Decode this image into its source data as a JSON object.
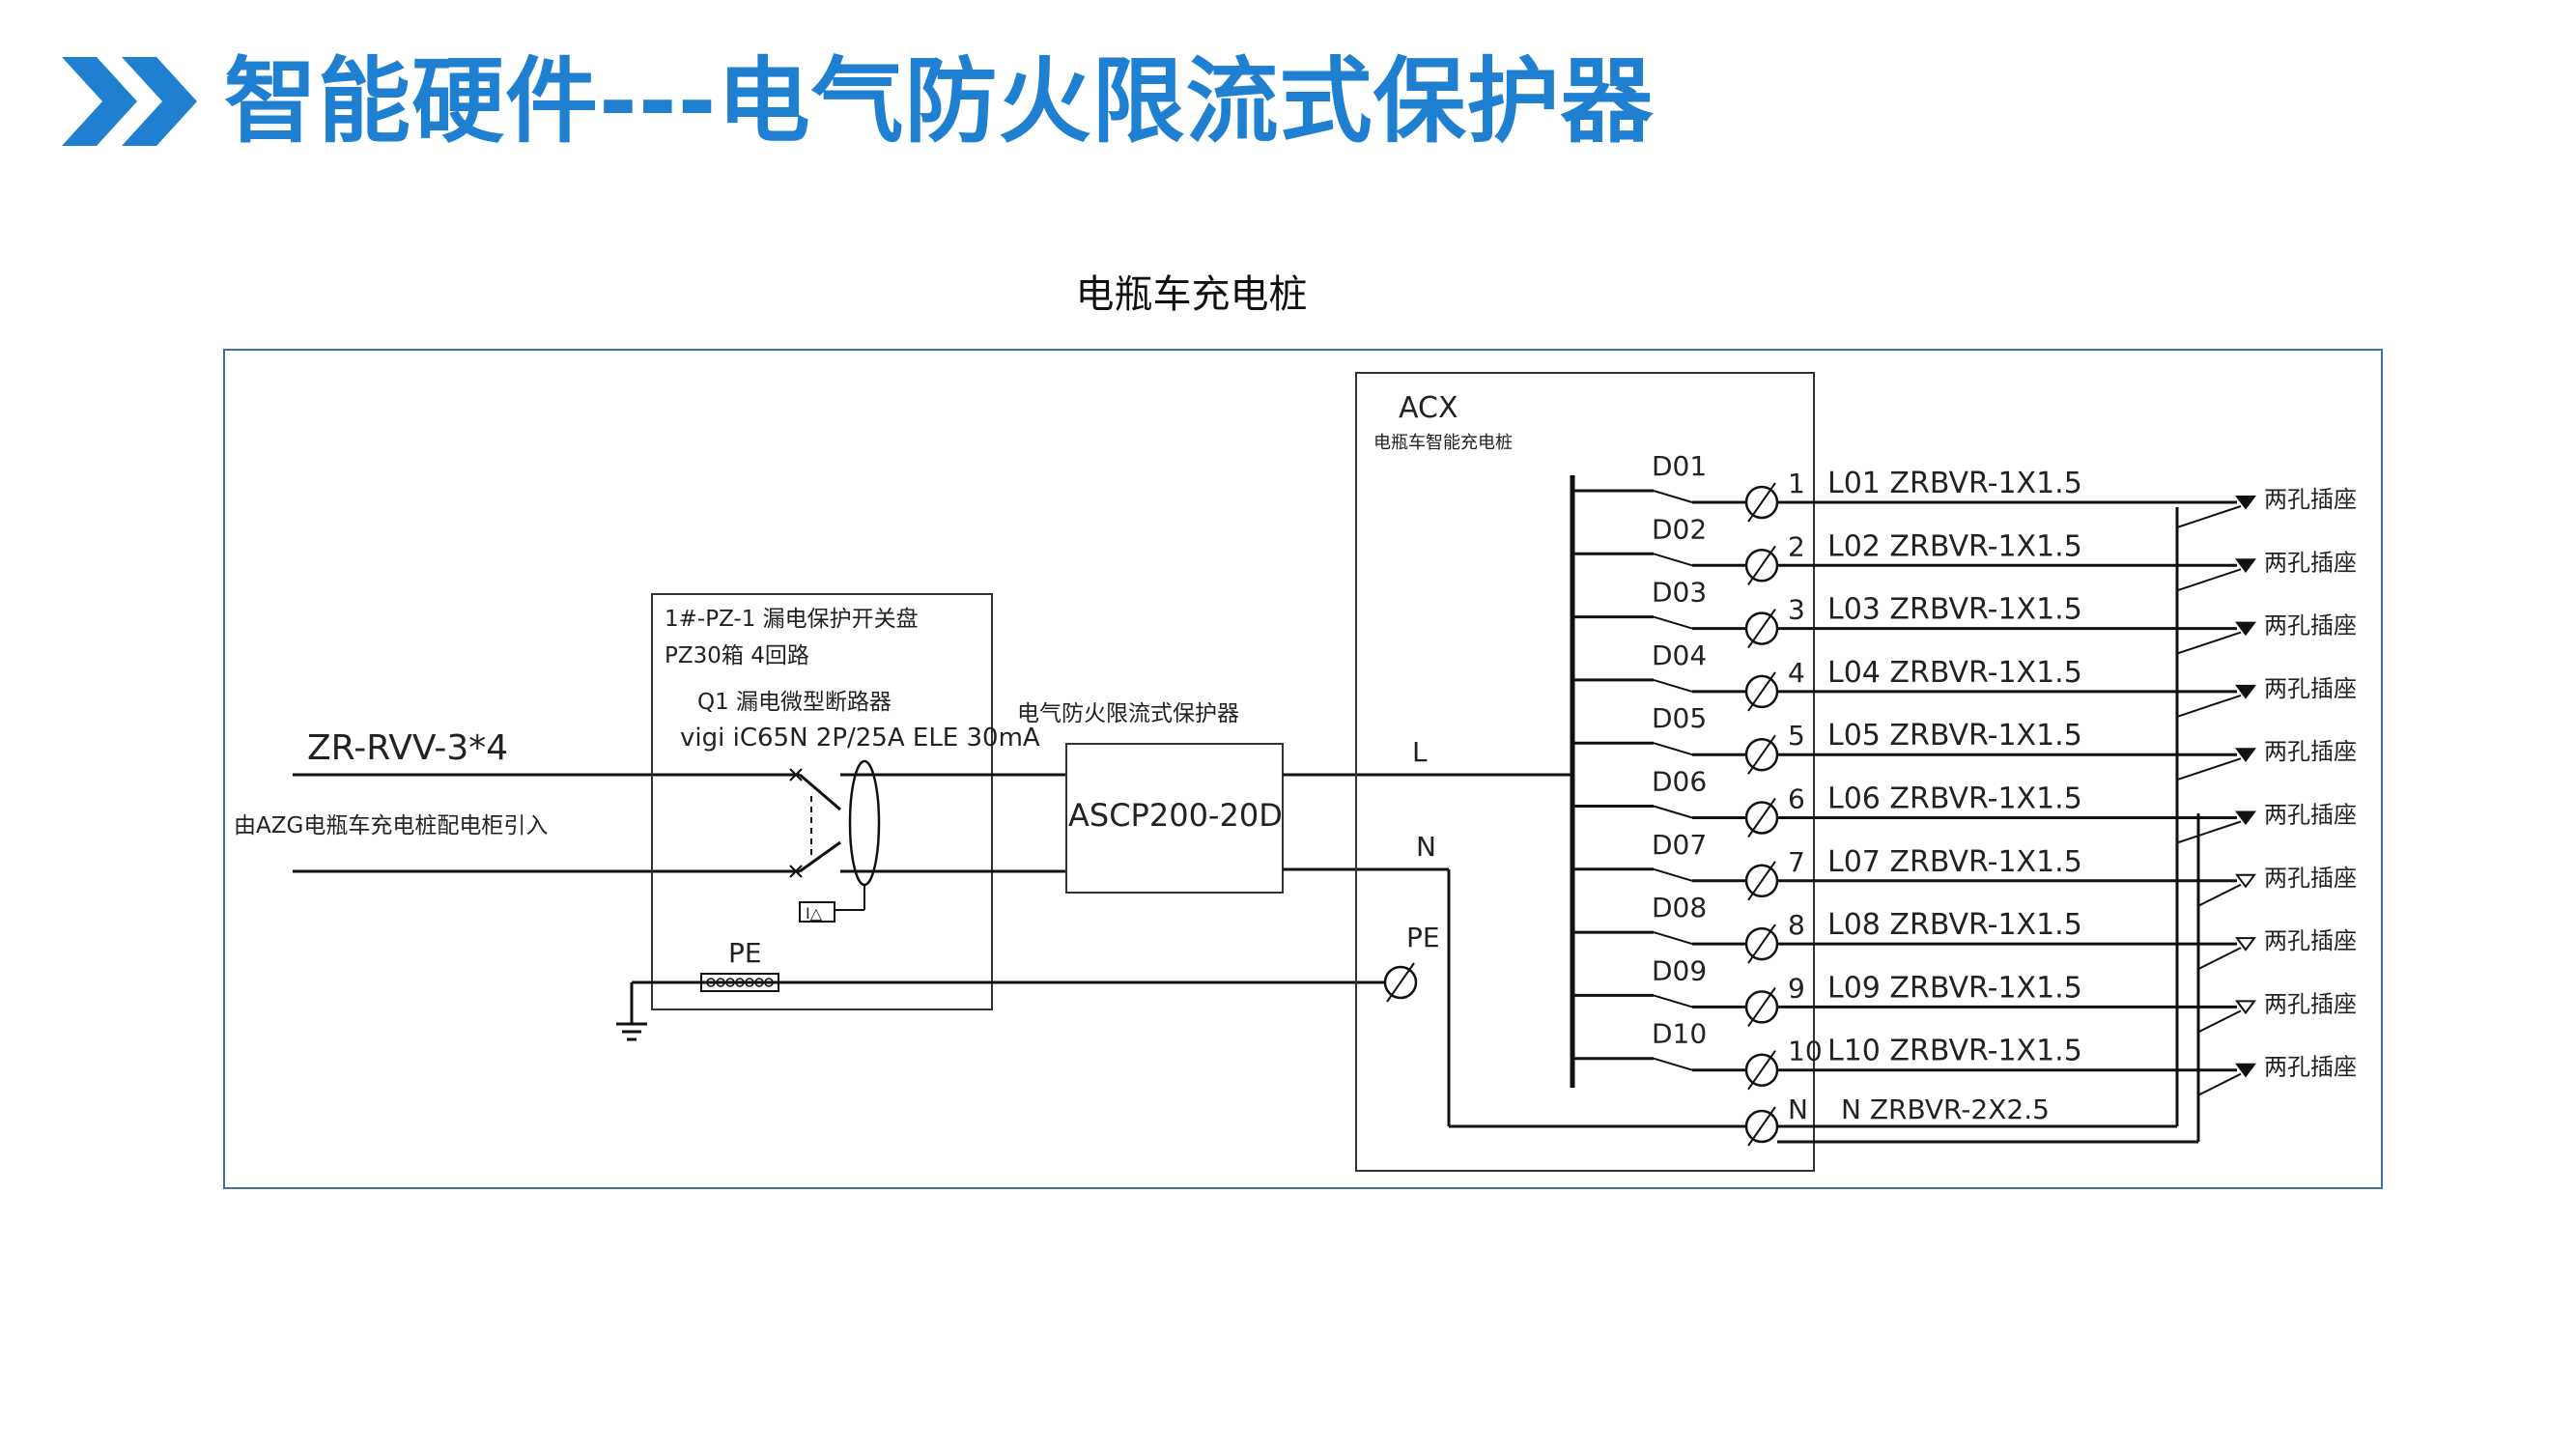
{
  "header": {
    "title": "智能硬件---电气防火限流式保护器",
    "accent_color": "#1f7fd0",
    "icon": "double-chevron-right-icon"
  },
  "diagram": {
    "caption": "电瓶车充电桩",
    "frame_color": "#3f6ea8",
    "feeder": {
      "cable": "ZR-RVV-3*4",
      "source": "由AZG电瓶车充电桩配电柜引入"
    },
    "switch_panel": {
      "line1": "1#-PZ-1 漏电保护开关盘",
      "line2": "PZ30箱 4回路",
      "breaker": "Q1 漏电微型断路器",
      "breaker_model": "vigi iC65N 2P/25A ELE 30mA",
      "pe_label": "PE"
    },
    "protector": {
      "label": "电气防火限流式保护器",
      "model": "ASCP200-20D"
    },
    "acx": {
      "title": "ACX",
      "subtitle": "电瓶车智能充电桩",
      "inputs": [
        "L",
        "N",
        "PE"
      ]
    },
    "circuits": [
      {
        "switch": "D01",
        "terminal": "1",
        "cable": "L01 ZRBVR-1X1.5",
        "load": "两孔插座"
      },
      {
        "switch": "D02",
        "terminal": "2",
        "cable": "L02 ZRBVR-1X1.5",
        "load": "两孔插座"
      },
      {
        "switch": "D03",
        "terminal": "3",
        "cable": "L03 ZRBVR-1X1.5",
        "load": "两孔插座"
      },
      {
        "switch": "D04",
        "terminal": "4",
        "cable": "L04 ZRBVR-1X1.5",
        "load": "两孔插座"
      },
      {
        "switch": "D05",
        "terminal": "5",
        "cable": "L05 ZRBVR-1X1.5",
        "load": "两孔插座"
      },
      {
        "switch": "D06",
        "terminal": "6",
        "cable": "L06 ZRBVR-1X1.5",
        "load": "两孔插座"
      },
      {
        "switch": "D07",
        "terminal": "7",
        "cable": "L07 ZRBVR-1X1.5",
        "load": "两孔插座"
      },
      {
        "switch": "D08",
        "terminal": "8",
        "cable": "L08 ZRBVR-1X1.5",
        "load": "两孔插座"
      },
      {
        "switch": "D09",
        "terminal": "9",
        "cable": "L09 ZRBVR-1X1.5",
        "load": "两孔插座"
      },
      {
        "switch": "D10",
        "terminal": "10",
        "cable": "L10 ZRBVR-1X1.5",
        "load": "两孔插座"
      }
    ],
    "neutral_out": {
      "terminal": "N",
      "cable": "N ZRBVR-2X2.5"
    }
  }
}
